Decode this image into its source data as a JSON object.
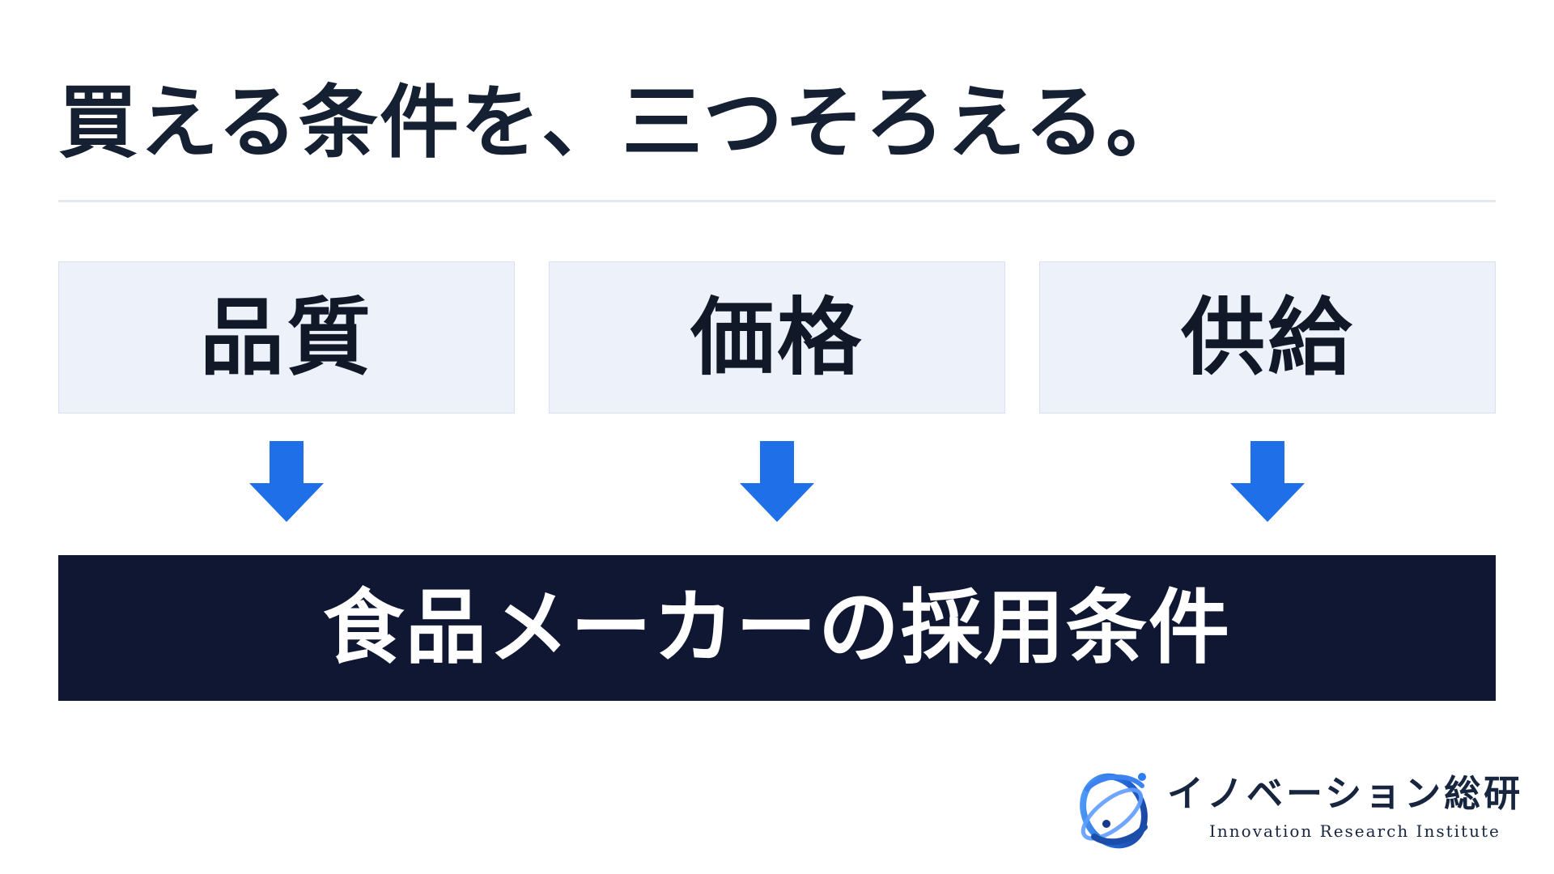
{
  "slide": {
    "title": "買える条件を、三つそろえる。",
    "cards": [
      {
        "label": "品質"
      },
      {
        "label": "価格"
      },
      {
        "label": "供給"
      }
    ],
    "result": "食品メーカーの採用条件"
  },
  "logo": {
    "name_jp": "イノベーション総研",
    "name_en": "Innovation Research Institute",
    "icon": "globe-orbit-icon"
  },
  "colors": {
    "title": "#162033",
    "card_background": "#edf2fa",
    "arrow": "#1f6fe8",
    "result_background": "#0f1733",
    "result_text": "#ffffff"
  },
  "icons": {
    "arrow": "arrow-down-icon"
  }
}
